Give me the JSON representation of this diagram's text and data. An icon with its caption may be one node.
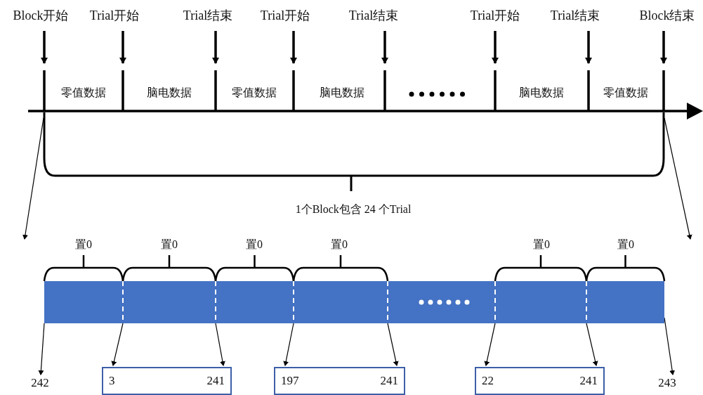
{
  "diagram": {
    "nodes": [
      {
        "text": [
          "Block开始"
        ]
      },
      {
        "text": [
          "Trial开始"
        ]
      },
      {
        "text": [
          "Trial结束"
        ]
      },
      {
        "text": [
          "Trial开始"
        ]
      },
      {
        "text": [
          "Trial结束"
        ]
      },
      {
        "text": [
          "Trial开始"
        ]
      },
      {
        "text": [
          "Trial结束"
        ]
      },
      {
        "text": [
          "Block结束"
        ]
      },
      {
        "text": [],
        "shape": "bar"
      },
      {
        "text": [
          "242"
        ]
      },
      {
        "text": [
          "3",
          "241"
        ]
      },
      {
        "text": [
          "197",
          "241"
        ]
      },
      {
        "text": [
          "22",
          "241"
        ]
      },
      {
        "text": [
          "243"
        ]
      }
    ],
    "edges": [
      {
        "from": 0,
        "to": null,
        "arrow": "to",
        "style": "thick"
      },
      {
        "from": 1,
        "to": null,
        "arrow": "to",
        "style": "thick"
      },
      {
        "from": 2,
        "to": null,
        "arrow": "to",
        "style": "thick"
      },
      {
        "from": 3,
        "to": null,
        "arrow": "to",
        "style": "thick"
      },
      {
        "from": 4,
        "to": null,
        "arrow": "to",
        "style": "thick"
      },
      {
        "from": 5,
        "to": null,
        "arrow": "to",
        "style": "thick"
      },
      {
        "from": 6,
        "to": null,
        "arrow": "to",
        "style": "thick"
      },
      {
        "from": 7,
        "to": null,
        "arrow": "to",
        "style": "thick"
      },
      {
        "from": 8,
        "to": 9,
        "arrow": "to"
      },
      {
        "from": 8,
        "to": 10,
        "arrow": "to"
      },
      {
        "from": 8,
        "to": 10,
        "arrow": "to"
      },
      {
        "from": 8,
        "to": 11,
        "arrow": "to"
      },
      {
        "from": 8,
        "to": 11,
        "arrow": "to"
      },
      {
        "from": 8,
        "to": 12,
        "arrow": "to"
      },
      {
        "from": 8,
        "to": 12,
        "arrow": "to"
      },
      {
        "from": 8,
        "to": 13,
        "arrow": "to"
      }
    ],
    "labels": [
      "零值数据",
      "脑电数据",
      "零值数据",
      "脑电数据",
      "脑电数据",
      "零值数据",
      "1个Block包含 24 个Trial",
      "置0",
      "置0",
      "置0",
      "置0",
      "置0",
      "置0"
    ]
  }
}
